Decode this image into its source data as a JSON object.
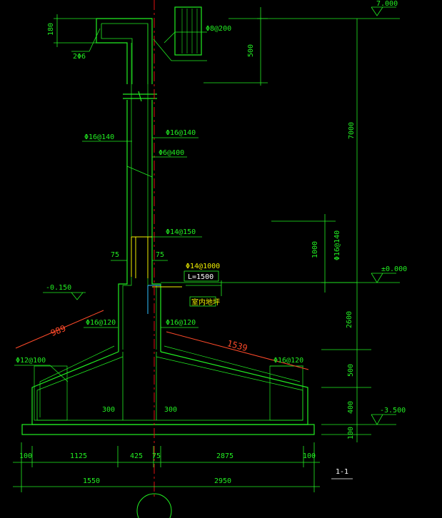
{
  "drawing": {
    "section_label": "1-1",
    "colors": {
      "structure": "#22ee22",
      "dimension": "#22ee22",
      "highlight": "#f0f000",
      "measure": "#ff4a2a",
      "centerline": "#e01010",
      "cyan": "#30c0ff"
    }
  },
  "elevations": {
    "top": "7.000",
    "ground": "±0.000",
    "footing_bottom": "-3.500",
    "left_ground": "-0.150"
  },
  "dimensions": {
    "cap_height": "180",
    "d500_top": "500",
    "d7000": "7000",
    "d1000": "1000",
    "d2600": "2600",
    "d500_bot": "500",
    "d400": "400",
    "d100_right": "100",
    "d75_left": "75",
    "d75_right": "75",
    "d300_left": "300",
    "d300_right": "300",
    "bottom_row1": [
      "100",
      "1125",
      "425",
      "75",
      "2875",
      "100"
    ],
    "bottom_row2": [
      "1550",
      "2950"
    ]
  },
  "rebar": {
    "top_bars": "2Φ6",
    "stirrup_top": "Φ8@200",
    "wall_left": "Φ16@140",
    "wall_right": "Φ16@140",
    "tie": "Φ6@400",
    "dowel": "Φ14@150",
    "dowel_right": "Φ16@140",
    "short_bar": "Φ14@1000",
    "short_bar_len": "L=1500",
    "footing_left": "Φ16@120",
    "footing_right": "Φ16@120",
    "slope_right": "Φ16@120",
    "slope_left": "Φ12@100"
  },
  "notes": {
    "indoor_ground": "室内地坪"
  },
  "measures": {
    "left_slope": "989",
    "right_slope": "1539"
  }
}
